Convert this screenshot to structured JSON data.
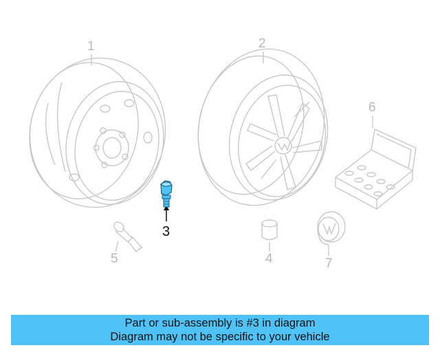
{
  "callouts": {
    "c1": "1",
    "c2": "2",
    "c3": "3",
    "c4": "4",
    "c5": "5",
    "c6": "6",
    "c7": "7"
  },
  "banner": {
    "line1": "Part or sub-assembly is #3 in diagram",
    "line2": "Diagram may not be specific to your vehicle"
  },
  "colors": {
    "highlight": "#4fc3f7",
    "line": "#c8c8c8",
    "active_text": "#111111"
  }
}
